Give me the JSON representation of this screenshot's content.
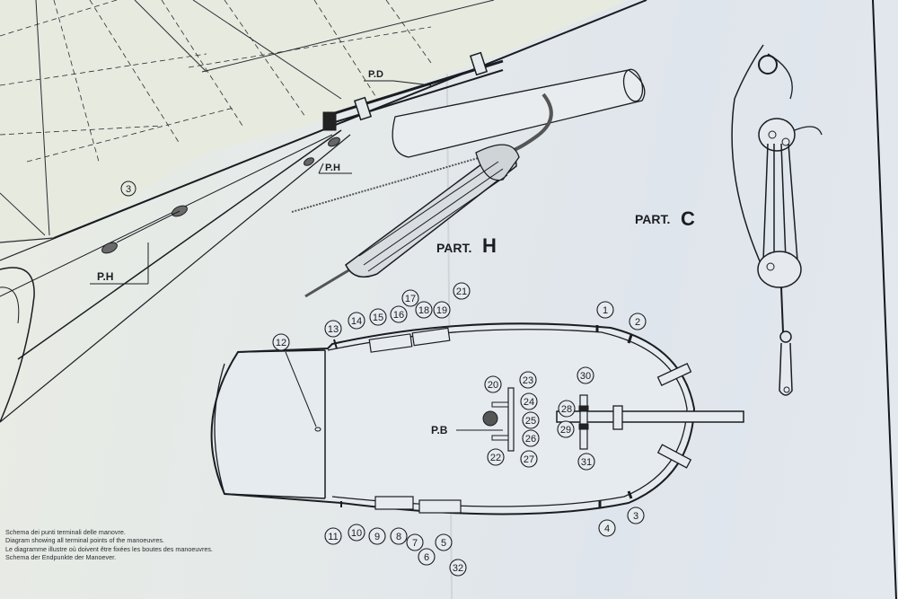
{
  "labels": {
    "pd": "P.D",
    "ph_top": "P.H",
    "ph_left": "P.H",
    "pb": "P.B",
    "part_h_prefix": "PART.",
    "part_h_letter": "H",
    "part_c_prefix": "PART.",
    "part_c_letter": "C",
    "circle_3_upper": "3"
  },
  "points": [
    "1",
    "2",
    "3",
    "4",
    "5",
    "6",
    "7",
    "8",
    "9",
    "10",
    "11",
    "12",
    "13",
    "14",
    "15",
    "16",
    "17",
    "18",
    "19",
    "20",
    "21",
    "22",
    "23",
    "24",
    "25",
    "26",
    "27",
    "28",
    "29",
    "30",
    "31",
    "32"
  ],
  "caption": [
    "Schema dei punti terminali delle manovre.",
    "Diagram showing all terminal points of the manoeuvres.",
    "Le diagramme illustre où doivent être fixées les boutes des manoeuvres.",
    "Schema der Endpunkte der Manoever."
  ],
  "colors": {
    "ink": "#1a1d22",
    "paper": "#e4e9ea"
  }
}
